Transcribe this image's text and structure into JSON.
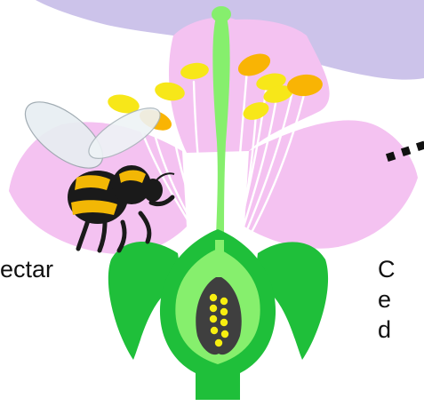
{
  "labels": {
    "left_fragment": "ectar",
    "right_line_1": "C",
    "right_line_2": "e",
    "right_line_3": "d"
  },
  "colors": {
    "petal": "#f4c2f1",
    "cloud": "#ccc3ea",
    "green_dark": "#1fbf3a",
    "green_light": "#86ef6d",
    "ovary_dark": "#3f3f3f",
    "ovule": "#f7ee10",
    "anther_yellow": "#f7e719",
    "anther_orange": "#f9b404"
  },
  "icons": [
    "bee-icon"
  ]
}
